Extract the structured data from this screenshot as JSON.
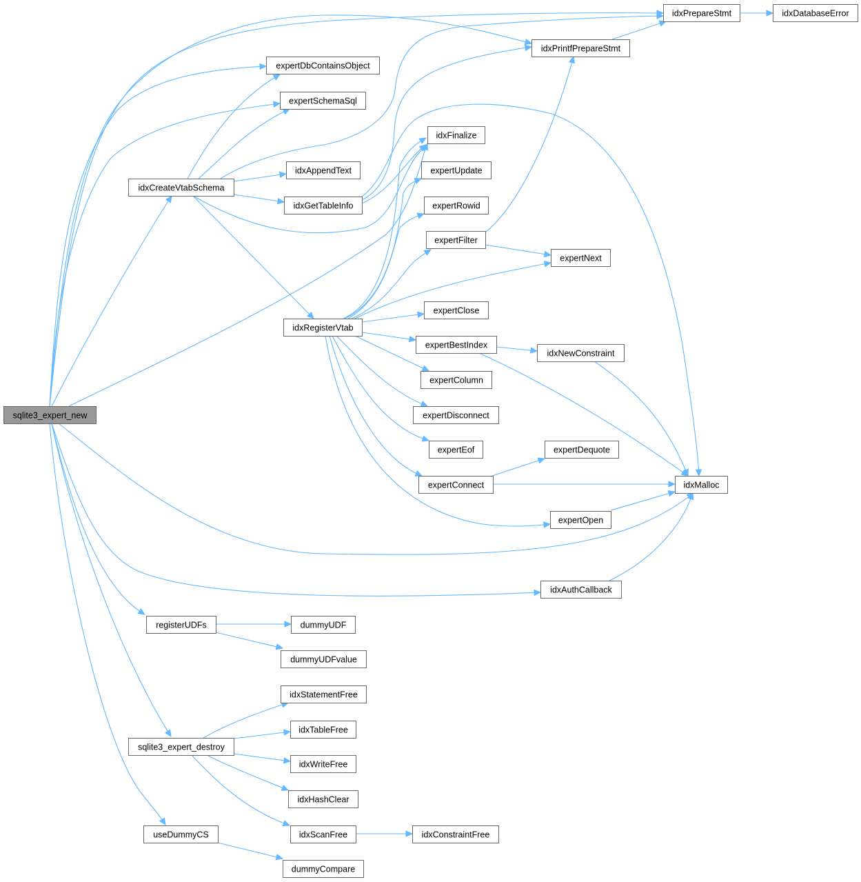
{
  "diagram": {
    "root": "sqlite3_expert_new",
    "nodes": [
      "sqlite3_expert_new",
      "idxPrepareStmt",
      "idxDatabaseError",
      "idxPrintfPrepareStmt",
      "expertDbContainsObject",
      "expertSchemaSql",
      "idxFinalize",
      "idxAppendText",
      "idxCreateVtabSchema",
      "idxGetTableInfo",
      "expertUpdate",
      "expertRowid",
      "expertFilter",
      "expertNext",
      "idxRegisterVtab",
      "expertClose",
      "expertBestIndex",
      "idxNewConstraint",
      "expertColumn",
      "expertDisconnect",
      "expertEof",
      "expertDequote",
      "expertConnect",
      "idxMalloc",
      "expertOpen",
      "idxAuthCallback",
      "registerUDFs",
      "dummyUDF",
      "dummyUDFvalue",
      "idxStatementFree",
      "idxTableFree",
      "sqlite3_expert_destroy",
      "idxWriteFree",
      "idxHashClear",
      "idxScanFree",
      "idxConstraintFree",
      "useDummyCS",
      "dummyCompare"
    ],
    "edges": [
      [
        "sqlite3_expert_new",
        "idxPrepareStmt"
      ],
      [
        "sqlite3_expert_new",
        "idxPrintfPrepareStmt"
      ],
      [
        "sqlite3_expert_new",
        "expertDbContainsObject"
      ],
      [
        "sqlite3_expert_new",
        "expertSchemaSql"
      ],
      [
        "sqlite3_expert_new",
        "idxCreateVtabSchema"
      ],
      [
        "sqlite3_expert_new",
        "idxFinalize"
      ],
      [
        "sqlite3_expert_new",
        "idxMalloc"
      ],
      [
        "sqlite3_expert_new",
        "idxAuthCallback"
      ],
      [
        "sqlite3_expert_new",
        "registerUDFs"
      ],
      [
        "sqlite3_expert_new",
        "sqlite3_expert_destroy"
      ],
      [
        "sqlite3_expert_new",
        "useDummyCS"
      ],
      [
        "idxPrepareStmt",
        "idxDatabaseError"
      ],
      [
        "idxPrintfPrepareStmt",
        "idxPrepareStmt"
      ],
      [
        "idxCreateVtabSchema",
        "expertDbContainsObject"
      ],
      [
        "idxCreateVtabSchema",
        "expertSchemaSql"
      ],
      [
        "idxCreateVtabSchema",
        "idxPrepareStmt"
      ],
      [
        "idxCreateVtabSchema",
        "idxAppendText"
      ],
      [
        "idxCreateVtabSchema",
        "idxGetTableInfo"
      ],
      [
        "idxCreateVtabSchema",
        "idxFinalize"
      ],
      [
        "idxCreateVtabSchema",
        "idxRegisterVtab"
      ],
      [
        "idxGetTableInfo",
        "idxPrintfPrepareStmt"
      ],
      [
        "idxGetTableInfo",
        "idxFinalize"
      ],
      [
        "idxGetTableInfo",
        "idxMalloc"
      ],
      [
        "idxRegisterVtab",
        "idxFinalize"
      ],
      [
        "idxRegisterVtab",
        "expertUpdate"
      ],
      [
        "idxRegisterVtab",
        "expertRowid"
      ],
      [
        "idxRegisterVtab",
        "expertFilter"
      ],
      [
        "idxRegisterVtab",
        "expertNext"
      ],
      [
        "idxRegisterVtab",
        "expertClose"
      ],
      [
        "idxRegisterVtab",
        "expertBestIndex"
      ],
      [
        "idxRegisterVtab",
        "expertColumn"
      ],
      [
        "idxRegisterVtab",
        "expertDisconnect"
      ],
      [
        "idxRegisterVtab",
        "expertEof"
      ],
      [
        "idxRegisterVtab",
        "expertConnect"
      ],
      [
        "idxRegisterVtab",
        "expertOpen"
      ],
      [
        "expertFilter",
        "idxPrintfPrepareStmt"
      ],
      [
        "expertFilter",
        "expertNext"
      ],
      [
        "expertBestIndex",
        "idxNewConstraint"
      ],
      [
        "expertBestIndex",
        "idxMalloc"
      ],
      [
        "idxNewConstraint",
        "idxMalloc"
      ],
      [
        "expertConnect",
        "expertDequote"
      ],
      [
        "expertConnect",
        "idxMalloc"
      ],
      [
        "expertOpen",
        "idxMalloc"
      ],
      [
        "idxAuthCallback",
        "idxMalloc"
      ],
      [
        "registerUDFs",
        "dummyUDF"
      ],
      [
        "registerUDFs",
        "dummyUDFvalue"
      ],
      [
        "sqlite3_expert_destroy",
        "idxStatementFree"
      ],
      [
        "sqlite3_expert_destroy",
        "idxTableFree"
      ],
      [
        "sqlite3_expert_destroy",
        "idxWriteFree"
      ],
      [
        "sqlite3_expert_destroy",
        "idxHashClear"
      ],
      [
        "sqlite3_expert_destroy",
        "idxScanFree"
      ],
      [
        "idxScanFree",
        "idxConstraintFree"
      ],
      [
        "useDummyCS",
        "dummyCompare"
      ]
    ],
    "colors": {
      "edge": "#63b8ff",
      "node_border": "#666666",
      "node_fill": "#ffffff",
      "root_fill": "#999999"
    }
  }
}
